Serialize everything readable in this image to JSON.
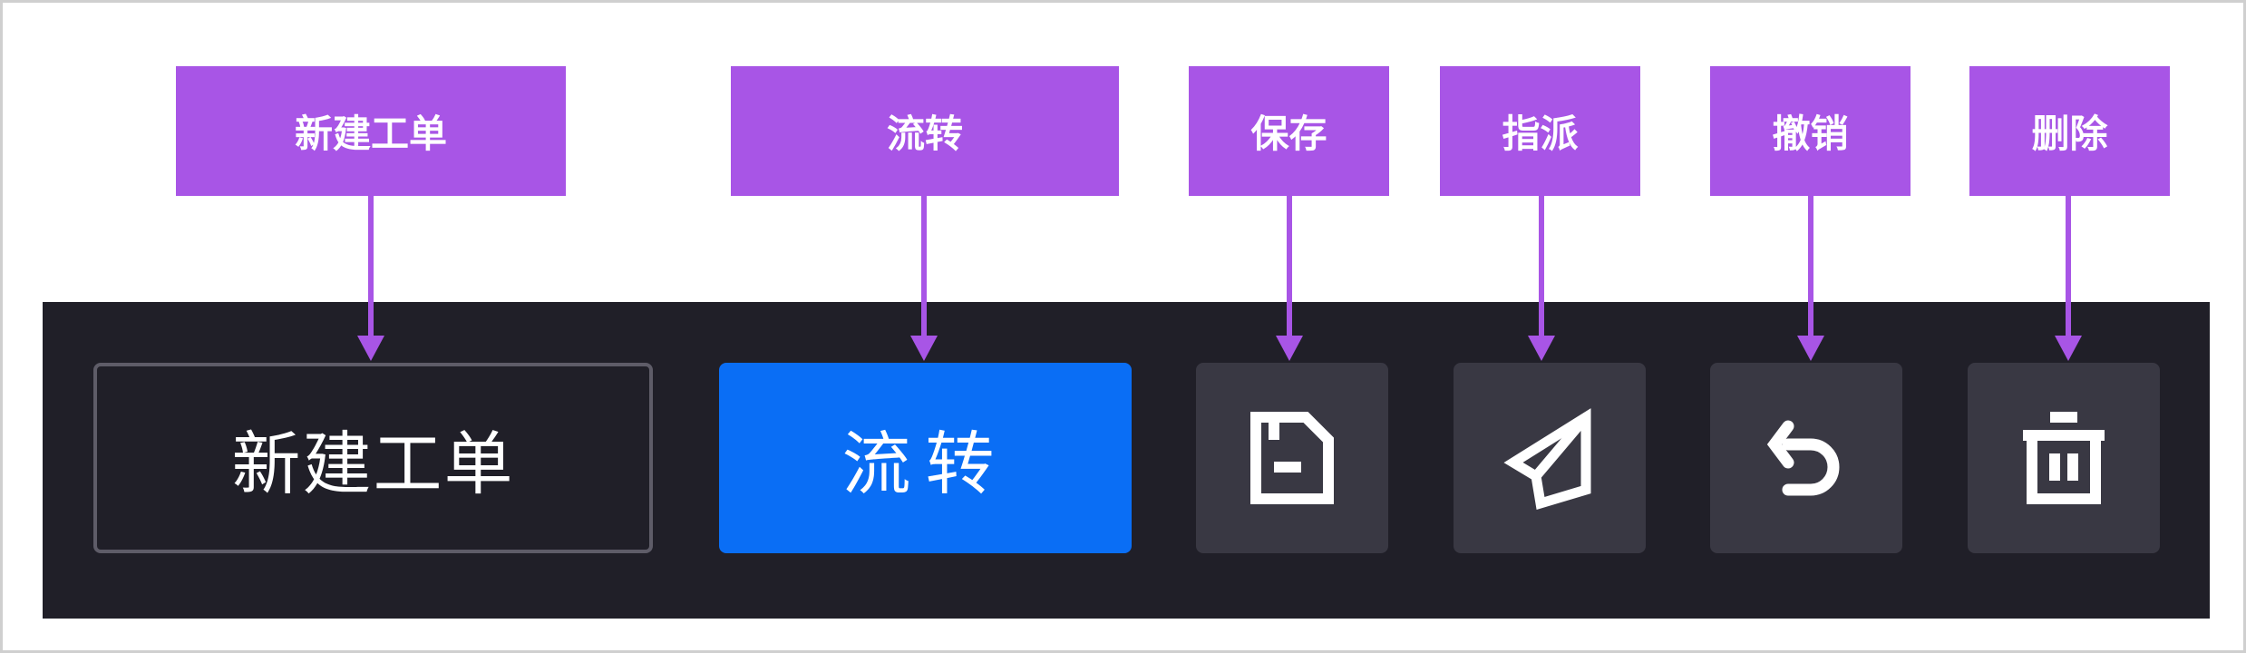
{
  "annotations": {
    "new_ticket": "新建工单",
    "transfer": "流转",
    "save": "保存",
    "assign": "指派",
    "undo": "撤销",
    "delete": "删除"
  },
  "toolbar": {
    "new_ticket_label": "新建工单",
    "transfer_label": "流转",
    "icons": [
      "save-icon",
      "send-icon",
      "undo-icon",
      "trash-icon"
    ]
  },
  "colors": {
    "annotation": "#a855e6",
    "primary": "#0a6ef5",
    "toolbar_bg": "#201f28",
    "icon_button_bg": "#393843"
  }
}
